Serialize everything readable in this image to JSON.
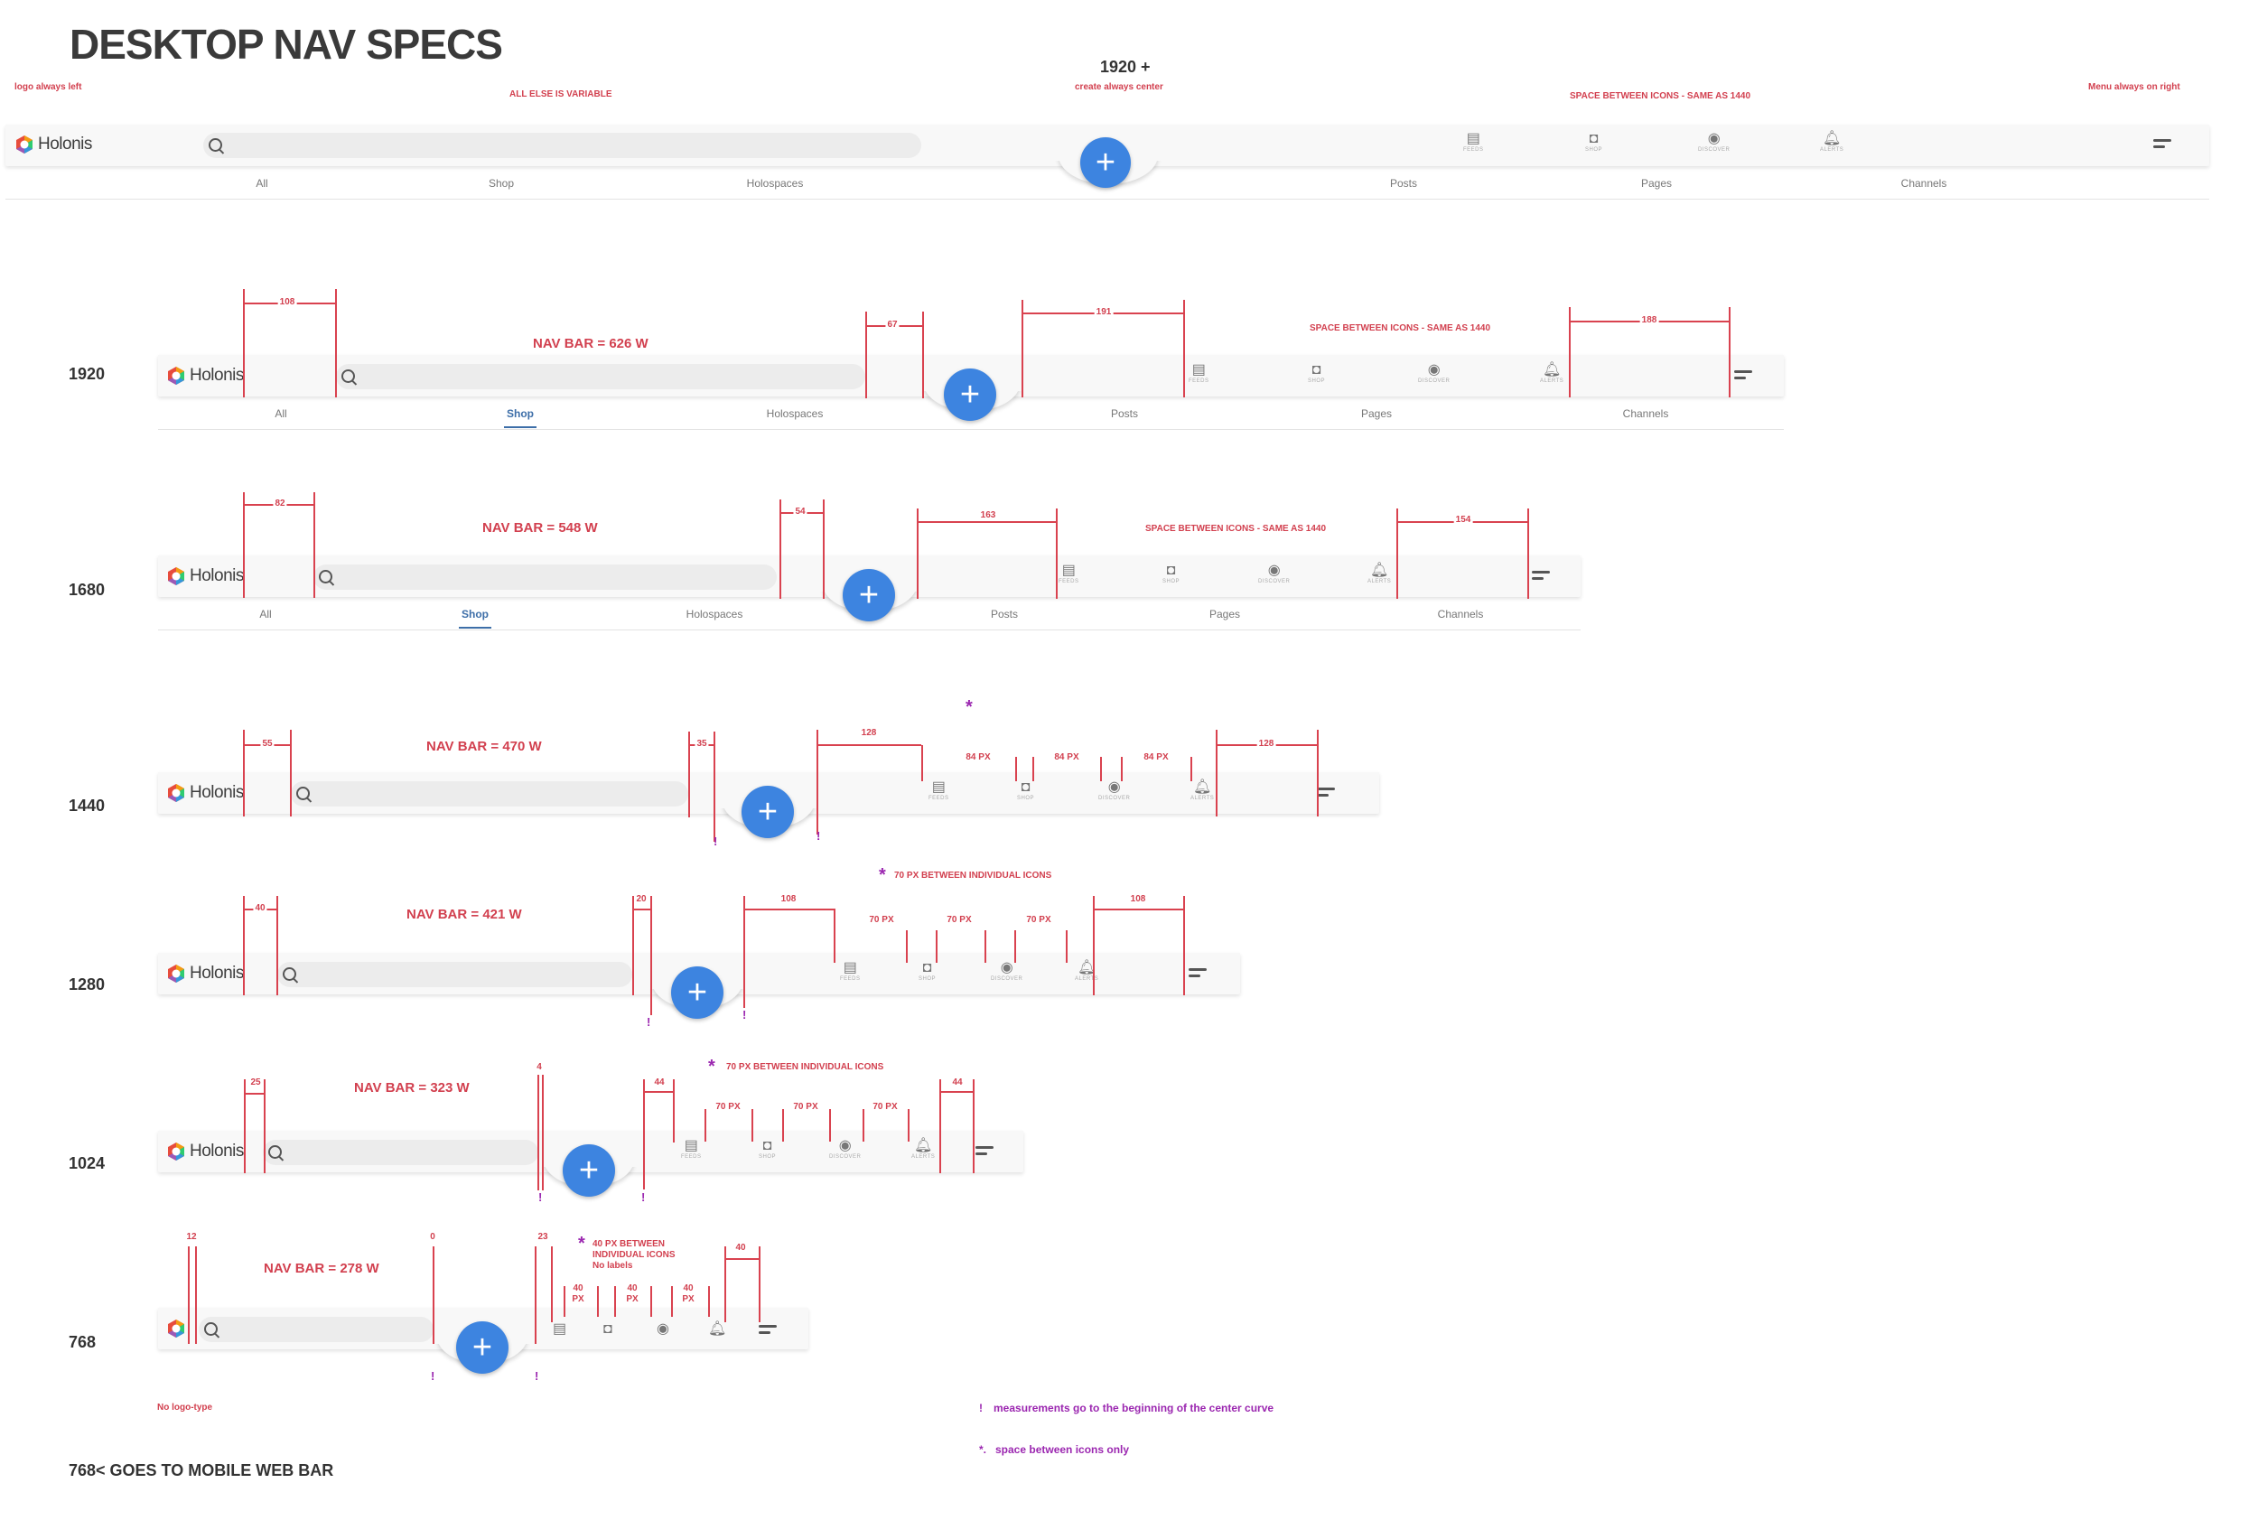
{
  "page": {
    "title": "DESKTOP NAV SPECS"
  },
  "top": {
    "resolution": "1920 +",
    "notes": {
      "logo_left": "logo always left",
      "variable": "ALL ELSE IS VARIABLE",
      "create_center": "create always center",
      "space_icons": "SPACE BETWEEN ICONS - SAME AS 1440",
      "menu_right": "Menu always on right"
    }
  },
  "brand": {
    "name": "Holonis"
  },
  "icons": {
    "feeds": "FEEDS",
    "shop": "SHOP",
    "discover": "DISCOVER",
    "alerts": "ALERTS"
  },
  "tabs": [
    "All",
    "Shop",
    "Holospaces",
    "Posts",
    "Pages",
    "Channels"
  ],
  "rows": {
    "r1920": {
      "label": "1920",
      "navbar": "NAV BAR = 626 W",
      "m": [
        "108",
        "67",
        "191",
        "188"
      ],
      "note": "SPACE BETWEEN ICONS - SAME AS 1440"
    },
    "r1680": {
      "label": "1680",
      "navbar": "NAV BAR = 548 W",
      "m": [
        "82",
        "54",
        "163",
        "154"
      ],
      "note": "SPACE BETWEEN ICONS - SAME AS 1440"
    },
    "r1440": {
      "label": "1440",
      "navbar": "NAV BAR = 470 W",
      "m": [
        "55",
        "35",
        "128",
        "128"
      ],
      "px": [
        "84 PX",
        "84 PX",
        "84 PX"
      ]
    },
    "r1280": {
      "label": "1280",
      "navbar": "NAV BAR = 421 W",
      "m": [
        "40",
        "20",
        "108",
        "108"
      ],
      "px": [
        "70 PX",
        "70 PX",
        "70 PX"
      ],
      "note": "70 PX BETWEEN INDIVIDUAL ICONS"
    },
    "r1024": {
      "label": "1024",
      "navbar": "NAV BAR = 323 W",
      "m": [
        "25",
        "4",
        "44",
        "44"
      ],
      "px": [
        "70 PX",
        "70 PX",
        "70 PX"
      ],
      "note": "70 PX BETWEEN INDIVIDUAL ICONS"
    },
    "r768": {
      "label": "768",
      "navbar": "NAV BAR = 278 W",
      "m": [
        "12",
        "0",
        "23",
        "40"
      ],
      "px": [
        "40",
        "PX",
        "40",
        "PX",
        "40",
        "PX"
      ],
      "note1": "40 PX BETWEEN",
      "note2": "INDIVIDUAL ICONS",
      "note3": "No labels",
      "no_logo": "No logo-type"
    }
  },
  "legend": {
    "excl": "!",
    "excl_text": "measurements go to the beginning of the center curve",
    "star": "*.",
    "star_text": "space between icons only"
  },
  "footer": "768< GOES TO MOBILE WEB BAR",
  "colors": {
    "accent": "#3d84e0",
    "annotation": "#d9424f",
    "note_purple": "#9b27b0",
    "tab_active": "#3d6ea8"
  }
}
